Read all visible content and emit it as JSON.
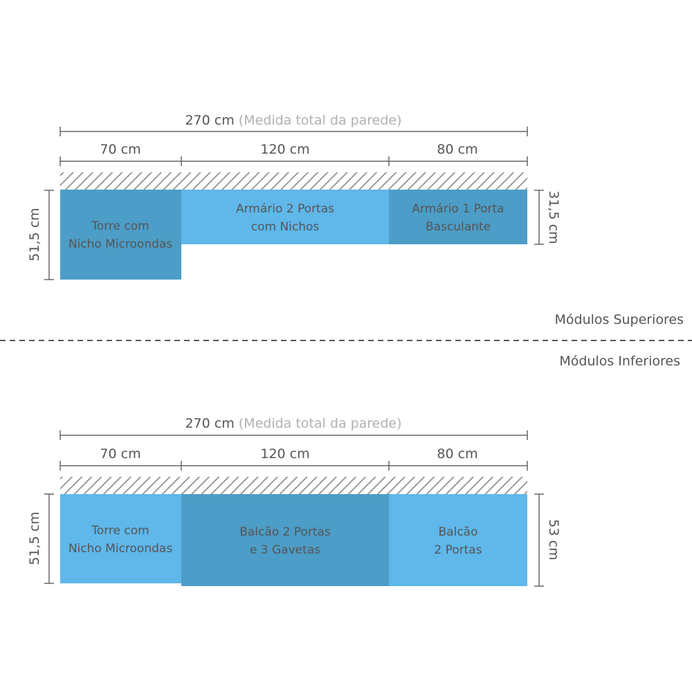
{
  "colors": {
    "light_blue": "#5fb7ea",
    "dark_blue": "#4c9dc7",
    "text": "#555555",
    "note": "#b0b0b0",
    "hatch": "#8f8f8f"
  },
  "sections": {
    "upper": {
      "label": "Módulos Superiores",
      "total_value": "270 cm",
      "total_note": "(Medida total da parede)",
      "segments": [
        "70 cm",
        "120 cm",
        "80 cm"
      ],
      "left_height": "51,5 cm",
      "right_height": "31,5 cm",
      "modules": [
        {
          "line1": "Torre com",
          "line2": "Nicho Microondas",
          "color": "dark"
        },
        {
          "line1": "Armário 2 Portas",
          "line2": "com Nichos",
          "color": "light"
        },
        {
          "line1": "Armário 1 Porta",
          "line2": "Basculante",
          "color": "dark"
        }
      ]
    },
    "lower": {
      "label": "Módulos Inferiores",
      "total_value": "270 cm",
      "total_note": "(Medida total da parede)",
      "segments": [
        "70 cm",
        "120 cm",
        "80 cm"
      ],
      "left_height": "51,5 cm",
      "right_height": "53 cm",
      "modules": [
        {
          "line1": "Torre com",
          "line2": "Nicho Microondas",
          "color": "light"
        },
        {
          "line1": "Balcão 2 Portas",
          "line2": "e 3 Gavetas",
          "color": "dark"
        },
        {
          "line1": "Balcão",
          "line2": "2 Portas",
          "color": "light"
        }
      ]
    }
  }
}
